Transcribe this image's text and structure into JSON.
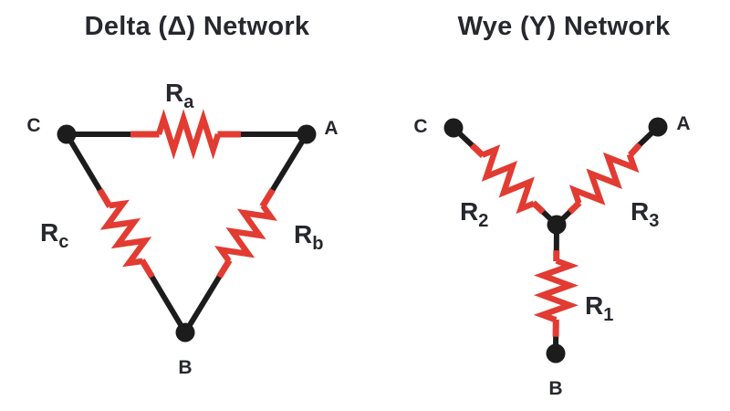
{
  "figure": {
    "delta": {
      "title": "Delta (Δ) Network",
      "node_c": "C",
      "node_a": "A",
      "node_b": "B",
      "resistor_a": {
        "base": "R",
        "sub": "a"
      },
      "resistor_b": {
        "base": "R",
        "sub": "b"
      },
      "resistor_c": {
        "base": "R",
        "sub": "c"
      }
    },
    "wye": {
      "title": "Wye (Y) Network",
      "node_c": "C",
      "node_a": "A",
      "node_b": "B",
      "resistor_1": {
        "base": "R",
        "sub": "1"
      },
      "resistor_2": {
        "base": "R",
        "sub": "2"
      },
      "resistor_3": {
        "base": "R",
        "sub": "3"
      }
    },
    "colors": {
      "background": "#ffffff",
      "wire": "#1c1c1c",
      "resistor": "#e23b32",
      "text": "#26282d"
    }
  }
}
